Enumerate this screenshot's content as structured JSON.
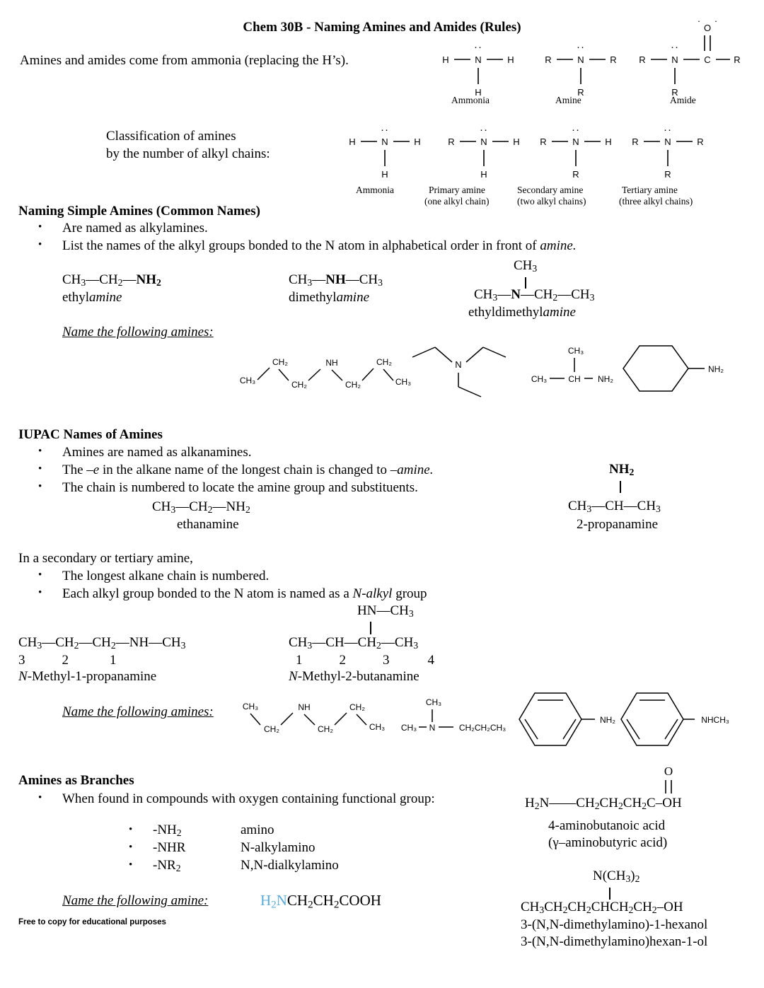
{
  "document": {
    "title": "Chem 30B - Naming Amines and Amides (Rules)",
    "footer": "Free to copy for educational purposes"
  },
  "intro": {
    "line": "Amines and amides come from ammonia (replacing the H’s)."
  },
  "top_structures": {
    "items": [
      {
        "name": "ammonia",
        "caption": "Ammonia",
        "center": "N",
        "left": "H",
        "right": "H",
        "bottom": "H",
        "lone_pair": true
      },
      {
        "name": "amine",
        "caption": "Amine",
        "center": "N",
        "left": "R",
        "right": "R",
        "bottom": "R",
        "lone_pair": true
      },
      {
        "name": "amide",
        "caption": "Amide",
        "center": "N",
        "left": "R",
        "right": "C",
        "bottom": "R",
        "carbonyl_o": "O",
        "far_right": "R",
        "lone_pair": true
      }
    ]
  },
  "classification": {
    "heading_line1": "Classification of amines",
    "heading_line2": "by the number of alkyl chains:",
    "items": [
      {
        "name": "ammonia",
        "left": "H",
        "right": "H",
        "bottom": "H",
        "caption1": "Ammonia",
        "caption2": ""
      },
      {
        "name": "primary-amine",
        "left": "R",
        "right": "H",
        "bottom": "H",
        "caption1": "Primary amine",
        "caption2": "(one alkyl chain)"
      },
      {
        "name": "secondary-amine",
        "left": "R",
        "right": "H",
        "bottom": "R",
        "caption1": "Secondary amine",
        "caption2": "(two alkyl chains)"
      },
      {
        "name": "tertiary-amine",
        "left": "R",
        "right": "R",
        "bottom": "R",
        "caption1": "Tertiary amine",
        "caption2": "(three alkyl chains)"
      }
    ]
  },
  "simple_amines": {
    "heading": "Naming Simple Amines (Common Names)",
    "bullets": [
      "Are named as alkylamines.",
      "List the names of the alkyl groups bonded to the N atom in alphabetical order in front of amine."
    ],
    "bullet2_plain": "List the names of the alkyl groups bonded to the N atom in alphabetical order in front of ",
    "bullet2_italic": "amine.",
    "examples": [
      {
        "name": "ethylamine",
        "formula_plain": "CH3—CH2—NH2",
        "label_prefix": "ethyl",
        "label_italic": "amine"
      },
      {
        "name": "dimethylamine",
        "formula_plain": "CH3—NH—CH3",
        "label_prefix": "dimethyl",
        "label_italic": "amine"
      },
      {
        "name": "ethyldimethylamine",
        "top_group": "CH3",
        "formula_plain": "CH3—N—CH2—CH3",
        "label_prefix": "ethyldimethyl",
        "label_italic": "amine"
      }
    ],
    "practice_prompt": "Name the following amines:",
    "practice_structures": [
      {
        "name": "dipropylamine-zigzag",
        "atoms": [
          "CH3",
          "CH2",
          "CH2",
          "NH",
          "CH2",
          "CH2",
          "CH3"
        ]
      },
      {
        "name": "triethylamine-skeletal",
        "center": "N"
      },
      {
        "name": "isopropylamine",
        "top": "CH3",
        "left": "CH3",
        "center": "CH",
        "right": "NH2"
      },
      {
        "name": "cyclohexylamine",
        "ring": "cyclohexane",
        "substituent": "NH2"
      }
    ]
  },
  "iupac": {
    "heading": "IUPAC Names of Amines",
    "bullets": [
      "Amines are named as alkanamines.",
      "The –e in the alkane name of the longest chain is changed to –amine.",
      "The chain is numbered to locate the amine group and substituents."
    ],
    "bullet2_a": "The ",
    "bullet2_i1": "–e",
    "bullet2_b": " in the alkane name of the longest chain is changed to ",
    "bullet2_i2": "–amine.",
    "example_left": {
      "name": "ethanamine",
      "formula": "CH3—CH2—NH2",
      "label": "ethanamine"
    },
    "example_right": {
      "name": "2-propanamine",
      "top": "NH2",
      "formula": "CH3—CH—CH3",
      "label": "2-propanamine"
    }
  },
  "secondary_tertiary": {
    "intro": "In a secondary or tertiary amine,",
    "bullets": [
      "The longest alkane chain is numbered.",
      "Each alkyl group bonded to the N atom is named as a N-alkyl group"
    ],
    "bullet2_a": "Each alkyl group bonded to the N atom is named as a ",
    "bullet2_i": "N-alkyl",
    "bullet2_b": " group",
    "example_left": {
      "name": "n-methyl-1-propanamine",
      "formula": "CH3—CH2—CH2—NH—CH3",
      "numbers": [
        "3",
        "2",
        "1"
      ],
      "label_italic": "N",
      "label_rest": "-Methyl-1-propanamine"
    },
    "example_right": {
      "name": "n-methyl-2-butanamine",
      "top": "HN—CH3",
      "formula": "CH3—CH—CH2—CH3",
      "numbers": [
        "1",
        "2",
        "3",
        "4"
      ],
      "label_italic": "N",
      "label_rest": "-Methyl-2-butanamine"
    },
    "practice_prompt": "Name the following amines:",
    "practice_structures": [
      {
        "name": "ethylpropylamine-zigzag",
        "atoms": [
          "CH3",
          "CH2",
          "NH",
          "CH2",
          "CH2",
          "CH3"
        ]
      },
      {
        "name": "dimethylpropylamine",
        "top": "CH3",
        "left": "CH3",
        "center": "N",
        "right": "CH2CH2CH3"
      },
      {
        "name": "aniline",
        "ring": "benzene",
        "substituent": "NH2"
      },
      {
        "name": "n-methylaniline",
        "ring": "benzene",
        "substituent": "NHCH3"
      }
    ]
  },
  "branches": {
    "heading": "Amines as Branches",
    "bullet": "When found in compounds with oxygen containing functional group:",
    "sub_items": [
      {
        "group_plain": "-NH2",
        "name": "amino"
      },
      {
        "group_plain": "-NHR",
        "name": "N-alkylamino"
      },
      {
        "group_plain": "-NR2",
        "name": "N,N-dialkylamino"
      }
    ],
    "practice_prompt": "Name the following amine:",
    "practice_formula_blue": "H2N",
    "practice_formula_black": "CH2CH2COOH",
    "gaba": {
      "name": "4-aminobutanoic-acid",
      "carbonyl_o": "O",
      "formula": "H2N—CH2CH2CH2C—OH",
      "label1": "4-aminobutanoic acid",
      "label2": "(γ–aminobutyric acid)"
    },
    "hexanol": {
      "name": "3-dimethylamino-1-hexanol",
      "top": "N(CH3)2",
      "formula": "CH3CH2CH2CHCHCH2CH2–OH",
      "label1": "3-(N,N-dimethylamino)-1-hexanol",
      "label2": "3-(N,N-dimethylamino)hexan-1-ol"
    }
  },
  "colors": {
    "blue_accent": "#5BACD8",
    "text": "#000000",
    "background": "#FFFFFF"
  }
}
